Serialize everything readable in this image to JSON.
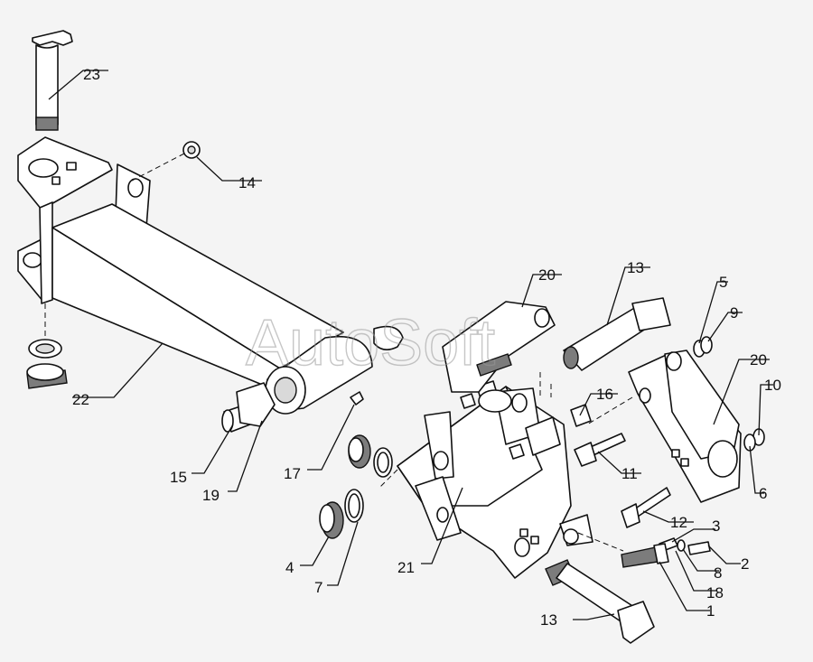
{
  "watermark": "AutoSoft",
  "callouts": [
    {
      "id": "c23a",
      "text": "23"
    },
    {
      "id": "c14",
      "text": "14"
    },
    {
      "id": "c22",
      "text": "22"
    },
    {
      "id": "c15",
      "text": "15"
    },
    {
      "id": "c19",
      "text": "19"
    },
    {
      "id": "c17",
      "text": "17"
    },
    {
      "id": "c4",
      "text": "4"
    },
    {
      "id": "c7",
      "text": "7"
    },
    {
      "id": "c21",
      "text": "21"
    },
    {
      "id": "c20a",
      "text": "20"
    },
    {
      "id": "c13a",
      "text": "13"
    },
    {
      "id": "c16",
      "text": "16"
    },
    {
      "id": "c11",
      "text": "11"
    },
    {
      "id": "c12",
      "text": "12"
    },
    {
      "id": "c5",
      "text": "5"
    },
    {
      "id": "c9",
      "text": "9"
    },
    {
      "id": "c20b",
      "text": "20"
    },
    {
      "id": "c10",
      "text": "10"
    },
    {
      "id": "c6",
      "text": "6"
    },
    {
      "id": "c3",
      "text": "3"
    },
    {
      "id": "c2",
      "text": "2"
    },
    {
      "id": "c8",
      "text": "8"
    },
    {
      "id": "c18",
      "text": "18"
    },
    {
      "id": "c1",
      "text": "1"
    },
    {
      "id": "c13b",
      "text": "13"
    }
  ]
}
